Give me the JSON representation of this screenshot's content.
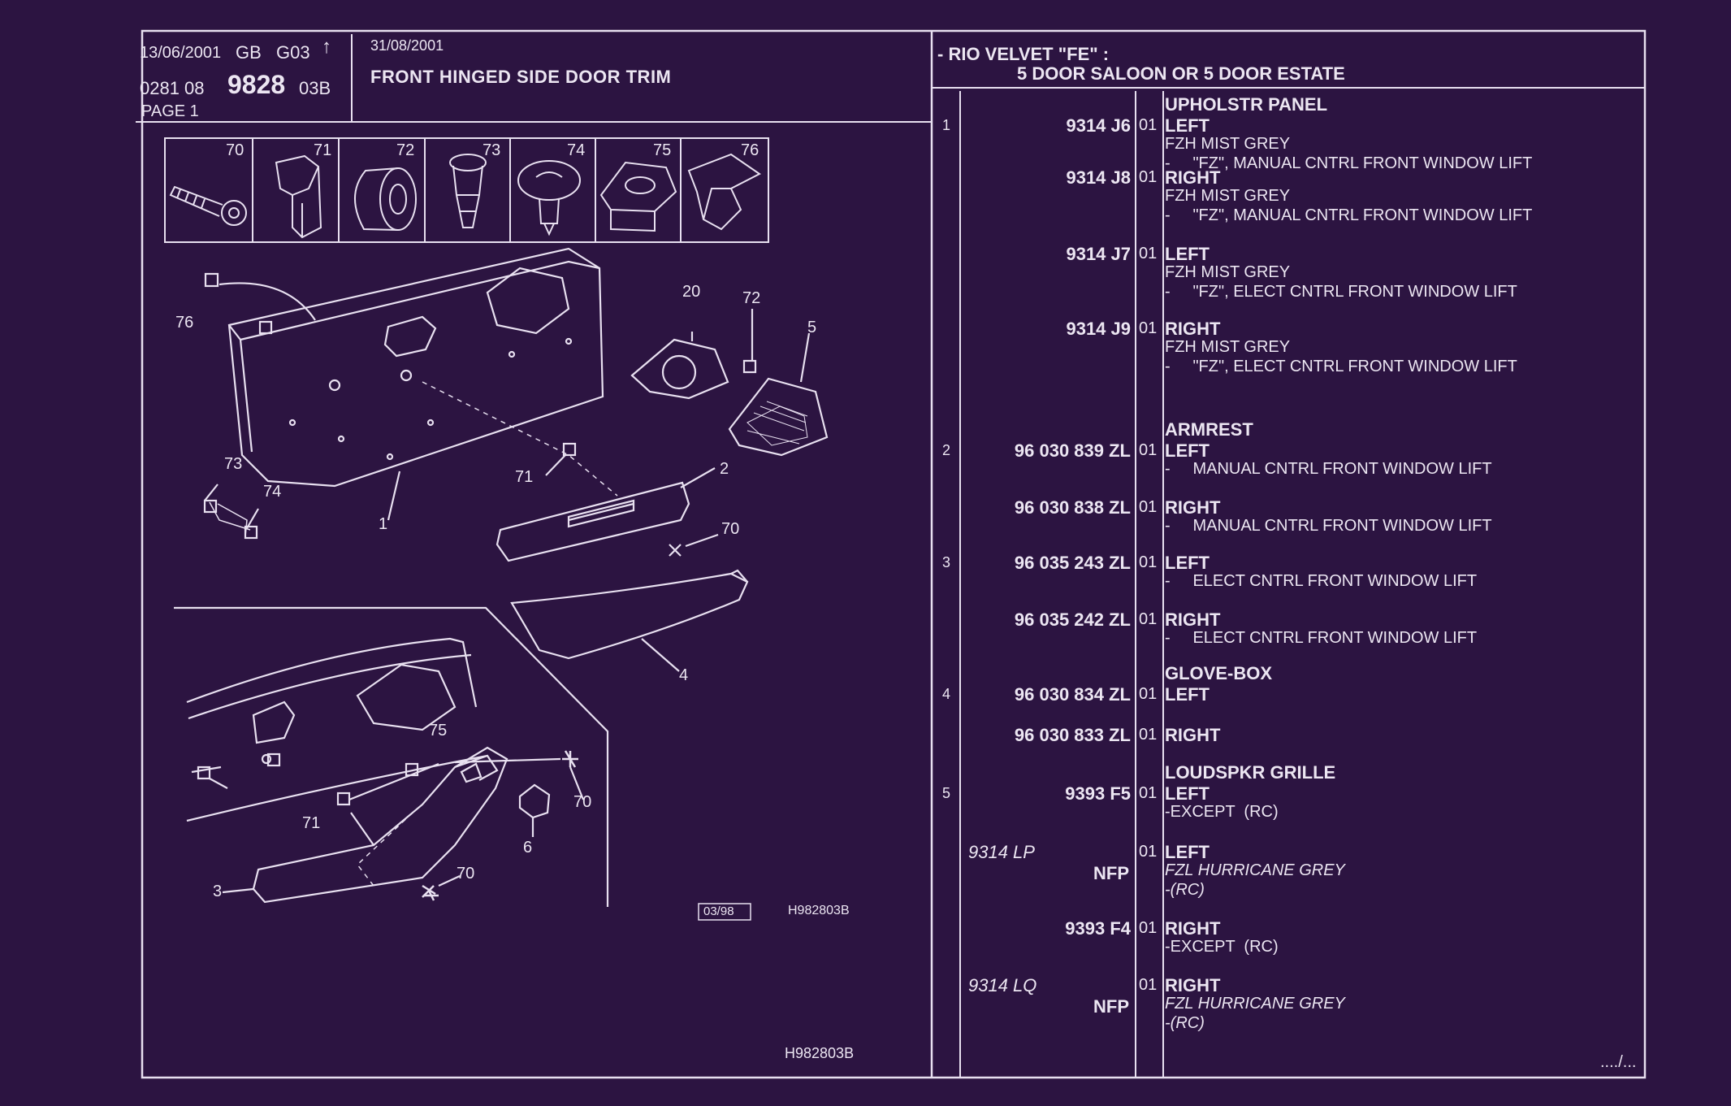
{
  "header": {
    "date_issue": "13/06/2001",
    "country": "GB",
    "code": "G03",
    "ref_prefix": "0281  08",
    "ref_main": "9828",
    "ref_suffix": "03B",
    "page": "PAGE  1",
    "date_update": "31/08/2001",
    "title": "FRONT HINGED SIDE DOOR TRIM",
    "model_line1": "- RIO VELVET \"FE\" :",
    "model_line2": "5 DOOR SALOON OR 5 DOOR ESTATE"
  },
  "fasteners": [
    "70",
    "71",
    "72",
    "73",
    "74",
    "75",
    "76"
  ],
  "diagram": {
    "callouts": [
      "76",
      "20",
      "72",
      "5",
      "73",
      "74",
      "71",
      "1",
      "2",
      "70",
      "4",
      "75",
      "70",
      "71",
      "6",
      "3",
      "70"
    ],
    "date_box": "03/98",
    "ref1": "H982803B",
    "ref2": "H982803B"
  },
  "parts": [
    {
      "section": "UPHOLSTR PANEL",
      "item": "1",
      "part": "9314 J6",
      "qty": "01",
      "side": "LEFT",
      "desc": [
        "FZH MIST GREY",
        "-     \"FZ\", MANUAL CNTRL FRONT WINDOW LIFT"
      ]
    },
    {
      "section": "",
      "item": "",
      "part": "9314 J8",
      "qty": "01",
      "side": "RIGHT",
      "desc": [
        "FZH MIST GREY",
        "-     \"FZ\", MANUAL CNTRL FRONT WINDOW LIFT"
      ]
    },
    {
      "section": "",
      "item": "",
      "part": "9314 J7",
      "qty": "01",
      "side": "LEFT",
      "desc": [
        "FZH MIST GREY",
        "-     \"FZ\", ELECT CNTRL FRONT WINDOW LIFT"
      ]
    },
    {
      "section": "",
      "item": "",
      "part": "9314 J9",
      "qty": "01",
      "side": "RIGHT",
      "desc": [
        "FZH MIST GREY",
        "-     \"FZ\", ELECT CNTRL FRONT WINDOW LIFT"
      ]
    },
    {
      "section": "ARMREST",
      "item": "2",
      "part": "96 030 839 ZL",
      "qty": "01",
      "side": "LEFT",
      "desc": [
        "-     MANUAL CNTRL FRONT WINDOW LIFT"
      ]
    },
    {
      "section": "",
      "item": "",
      "part": "96 030 838 ZL",
      "qty": "01",
      "side": "RIGHT",
      "desc": [
        "-     MANUAL CNTRL FRONT WINDOW LIFT"
      ]
    },
    {
      "section": "",
      "item": "3",
      "part": "96 035 243 ZL",
      "qty": "01",
      "side": "LEFT",
      "desc": [
        "-     ELECT CNTRL FRONT WINDOW LIFT"
      ]
    },
    {
      "section": "",
      "item": "",
      "part": "96 035 242 ZL",
      "qty": "01",
      "side": "RIGHT",
      "desc": [
        "-     ELECT CNTRL FRONT WINDOW LIFT"
      ]
    },
    {
      "section": "GLOVE-BOX",
      "item": "4",
      "part": "96 030 834 ZL",
      "qty": "01",
      "side": "LEFT",
      "desc": []
    },
    {
      "section": "",
      "item": "",
      "part": "96 030 833 ZL",
      "qty": "01",
      "side": "RIGHT",
      "desc": []
    },
    {
      "section": "LOUDSPKR GRILLE",
      "item": "5",
      "part": "9393 F5",
      "qty": "01",
      "side": "LEFT",
      "desc": [
        "-EXCEPT  (RC)"
      ]
    },
    {
      "section": "",
      "item": "",
      "part": "9314 LP",
      "part2": "NFP",
      "qty": "01",
      "side": "LEFT",
      "desc": [
        "FZL HURRICANE GREY",
        "-(RC)"
      ],
      "italic": true
    },
    {
      "section": "",
      "item": "",
      "part": "9393 F4",
      "qty": "01",
      "side": "RIGHT",
      "desc": [
        "-EXCEPT  (RC)"
      ]
    },
    {
      "section": "",
      "item": "",
      "part": "9314 LQ",
      "part2": "NFP",
      "qty": "01",
      "side": "RIGHT",
      "desc": [
        "FZL HURRICANE GREY",
        "-(RC)"
      ],
      "italic": true
    }
  ],
  "continuation": "..../..."
}
